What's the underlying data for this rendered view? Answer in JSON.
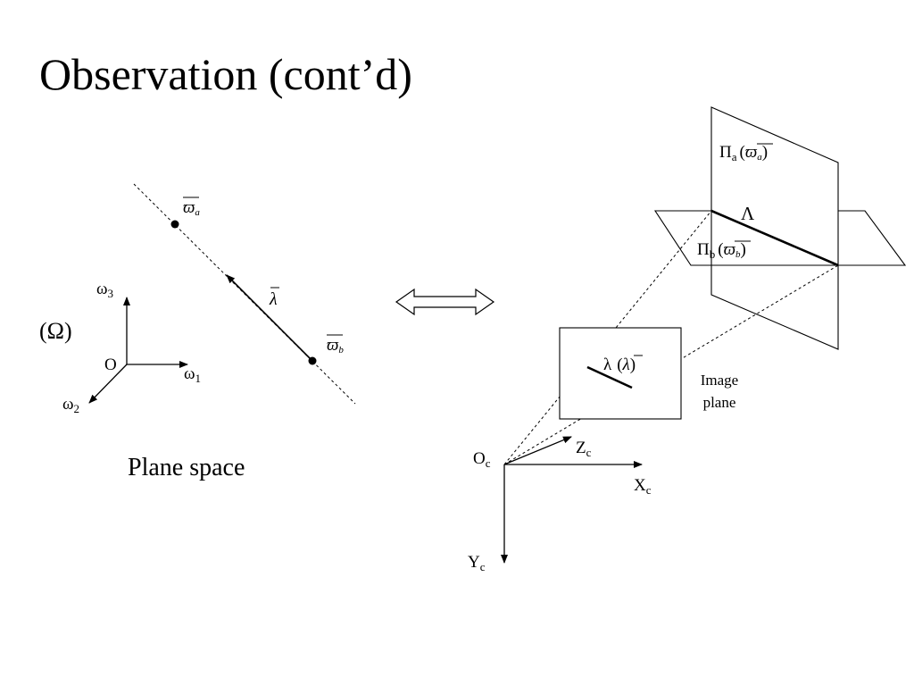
{
  "slide": {
    "title": "Observation (cont’d)"
  },
  "left": {
    "space_label": "(Ω)",
    "origin": "O",
    "axis_w1": "ω",
    "axis_w1_sub": "1",
    "axis_w2": "ω",
    "axis_w2_sub": "2",
    "axis_w3": "ω",
    "axis_w3_sub": "3",
    "point_a": "ϖ",
    "point_a_sub": "a",
    "point_b": "ϖ",
    "point_b_sub": "b",
    "vector": "λ",
    "caption": "Plane space"
  },
  "right": {
    "pi_a": "Π",
    "pi_a_sub": "a",
    "pi_a_paren_open": "(",
    "pi_a_arg": "ϖ",
    "pi_a_arg_sub": "a",
    "pi_a_paren_close": ")",
    "pi_b": "Π",
    "pi_b_sub": "b",
    "pi_b_paren_open": "(",
    "pi_b_arg": "ϖ",
    "pi_b_arg_sub": "b",
    "pi_b_paren_close": ")",
    "line_label": "Λ",
    "image_line": "λ",
    "image_line_paren_open": "(",
    "image_line_arg": "λ",
    "image_line_paren_close": ")",
    "image_plane_1": "Image",
    "image_plane_2": "plane",
    "camera_origin": "O",
    "camera_origin_sub": "c",
    "axis_x": "X",
    "axis_x_sub": "c",
    "axis_y": "Y",
    "axis_y_sub": "c",
    "axis_z": "Z",
    "axis_z_sub": "c"
  }
}
